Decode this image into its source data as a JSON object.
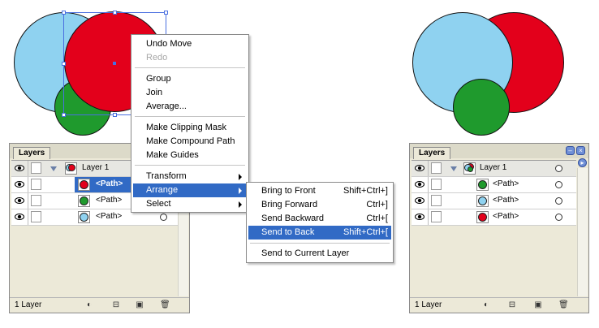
{
  "context_menu": {
    "items": [
      {
        "label": "Undo Move",
        "disabled": false
      },
      {
        "label": "Redo",
        "disabled": true
      },
      {
        "label": "Group"
      },
      {
        "label": "Join"
      },
      {
        "label": "Average..."
      },
      {
        "label": "Make Clipping Mask"
      },
      {
        "label": "Make Compound Path"
      },
      {
        "label": "Make Guides"
      },
      {
        "label": "Transform"
      },
      {
        "label": "Arrange"
      },
      {
        "label": "Select"
      }
    ]
  },
  "arrange_menu": {
    "items": [
      {
        "label": "Bring to Front",
        "shortcut": "Shift+Ctrl+]"
      },
      {
        "label": "Bring Forward",
        "shortcut": "Ctrl+]"
      },
      {
        "label": "Send Backward",
        "shortcut": "Ctrl+["
      },
      {
        "label": "Send to Back",
        "shortcut": "Shift+Ctrl+["
      },
      {
        "label": "Send to Current Layer",
        "shortcut": ""
      }
    ]
  },
  "left_panel": {
    "tab": "Layers",
    "layer_name": "Layer 1",
    "paths": [
      "<Path>",
      "<Path>",
      "<Path>"
    ],
    "footer_count": "1 Layer"
  },
  "right_panel": {
    "tab": "Layers",
    "layer_name": "Layer 1",
    "paths": [
      "<Path>",
      "<Path>",
      "<Path>"
    ],
    "footer_count": "1 Layer"
  },
  "colors": {
    "blue": "#8fd2f0",
    "red": "#e3001b",
    "green": "#1f9a2d",
    "highlight": "#316ac5"
  }
}
